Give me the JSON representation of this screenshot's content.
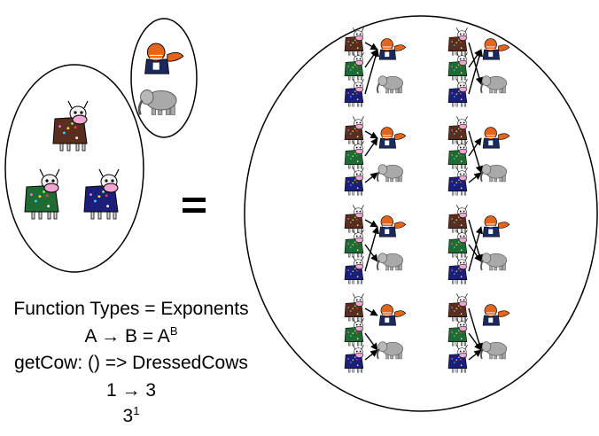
{
  "caption": {
    "line1": "Function Types = Exponents",
    "line2_left": "A → B  = A",
    "line2_sup": "B",
    "line3": "getCow: () => DressedCows",
    "line4": "1 → 3",
    "line5_base": "3",
    "line5_sup": "1"
  },
  "equals_sign": "=",
  "icons": {
    "cow": "cow-icon",
    "football_player": "football-player-icon",
    "elephant": "elephant-icon",
    "arrow": "arrow-icon"
  },
  "colors": {
    "cow_brown": "#5a2e1e",
    "cow_green": "#1f6b34",
    "cow_blue": "#1c1f7a",
    "jersey_navy": "#1b2a5e",
    "helmet_orange": "#e3641c",
    "elephant_gray": "#a9a9a9"
  },
  "functions": [
    [
      "football",
      "football",
      "football"
    ],
    [
      "football",
      "football",
      "elephant"
    ],
    [
      "football",
      "elephant",
      "football"
    ],
    [
      "football",
      "elephant",
      "elephant"
    ],
    [
      "elephant",
      "football",
      "football"
    ],
    [
      "elephant",
      "football",
      "elephant"
    ],
    [
      "elephant",
      "elephant",
      "football"
    ],
    [
      "elephant",
      "elephant",
      "elephant"
    ]
  ]
}
